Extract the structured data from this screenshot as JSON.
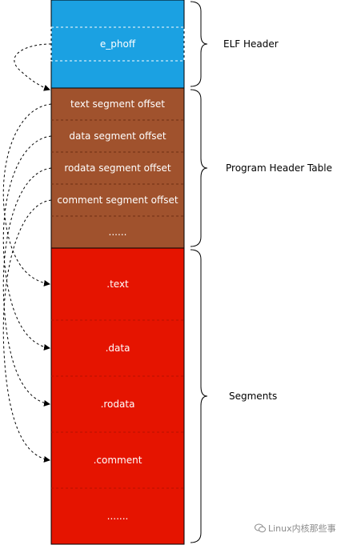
{
  "colors": {
    "elf_header": "#1ba1e2",
    "program_header_table": "#a0522d",
    "segments": "#e51400",
    "outline": "#000000",
    "dashed_divider": "#ffffff",
    "brown_divider": "#6e2f12",
    "red_divider": "#b81000"
  },
  "elf_header": {
    "label": "ELF Header",
    "field": "e_phoff"
  },
  "program_header_table": {
    "label": "Program Header Table",
    "entries": [
      "text segment offset",
      "data segment offset",
      "rodata segment offset",
      "comment segment offset",
      "......"
    ]
  },
  "segments": {
    "label": "Segments",
    "entries": [
      ".text",
      ".data",
      ".rodata",
      ".comment",
      "......."
    ]
  },
  "watermark": {
    "text": "Linux内核那些事",
    "icon": "wechat-icon"
  }
}
